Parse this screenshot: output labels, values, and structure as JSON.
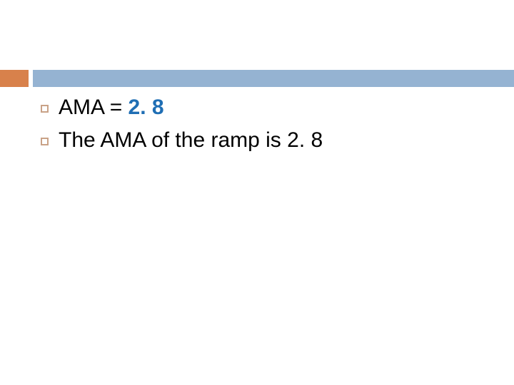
{
  "slide": {
    "background_color": "#ffffff",
    "header": {
      "orange_block_color": "#d8814b",
      "blue_bar_color": "#95b3d2"
    },
    "bullet_style": {
      "outline_color": "#c9a287",
      "shape": "hollow-square"
    },
    "text_colors": {
      "body": "#000000",
      "highlight": "#1f6eb4"
    },
    "bullets": [
      {
        "black_text": "AMA = ",
        "blue_text": "2. 8"
      },
      {
        "black_text": "The AMA of the ramp is 2. 8",
        "blue_text": ""
      }
    ]
  }
}
